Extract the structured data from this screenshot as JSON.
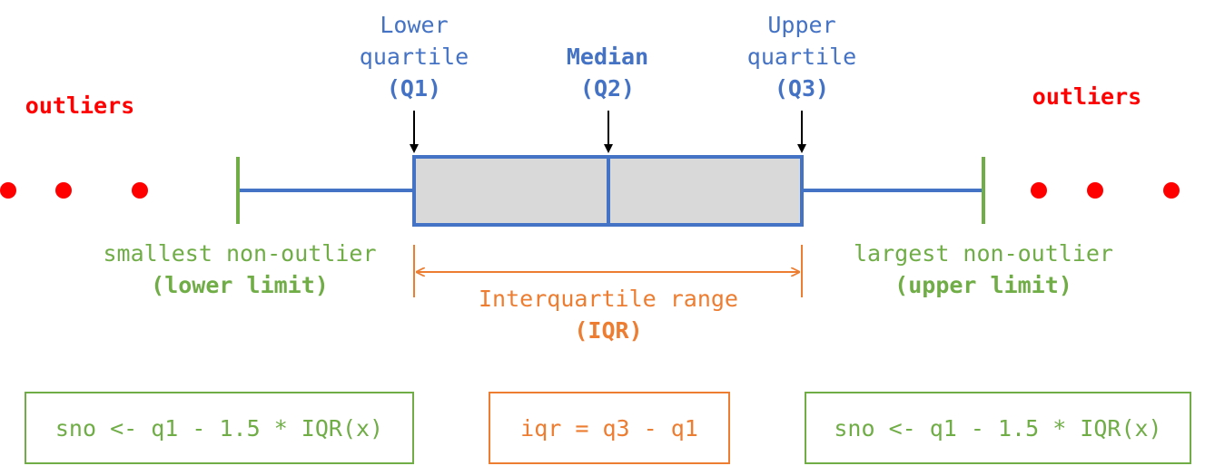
{
  "colors": {
    "blue": "#4472c4",
    "green": "#70ad47",
    "orange": "#ed7d31",
    "red": "#ff0000",
    "box_fill": "#d9d9d9",
    "black": "#000000"
  },
  "quartiles": {
    "q1": {
      "line1": "Lower",
      "line2": "quartile",
      "code": "(Q1)"
    },
    "q2": {
      "title": "Median",
      "code": "(Q2)"
    },
    "q3": {
      "line1": "Upper",
      "line2": "quartile",
      "code": "(Q3)"
    }
  },
  "outliers": {
    "left_label": "outliers",
    "right_label": "outliers",
    "left_count": 3,
    "right_count": 3
  },
  "limits": {
    "lower": {
      "line1": "smallest non-outlier",
      "line2": "(lower limit)"
    },
    "upper": {
      "line1": "largest non-outlier",
      "line2": "(upper limit)"
    }
  },
  "iqr": {
    "line1": "Interquartile range",
    "line2": "(IQR)"
  },
  "formulas": {
    "left": "sno <- q1 - 1.5 * IQR(x)",
    "middle": "iqr = q3 - q1",
    "right": "sno <- q1 - 1.5 * IQR(x)"
  }
}
